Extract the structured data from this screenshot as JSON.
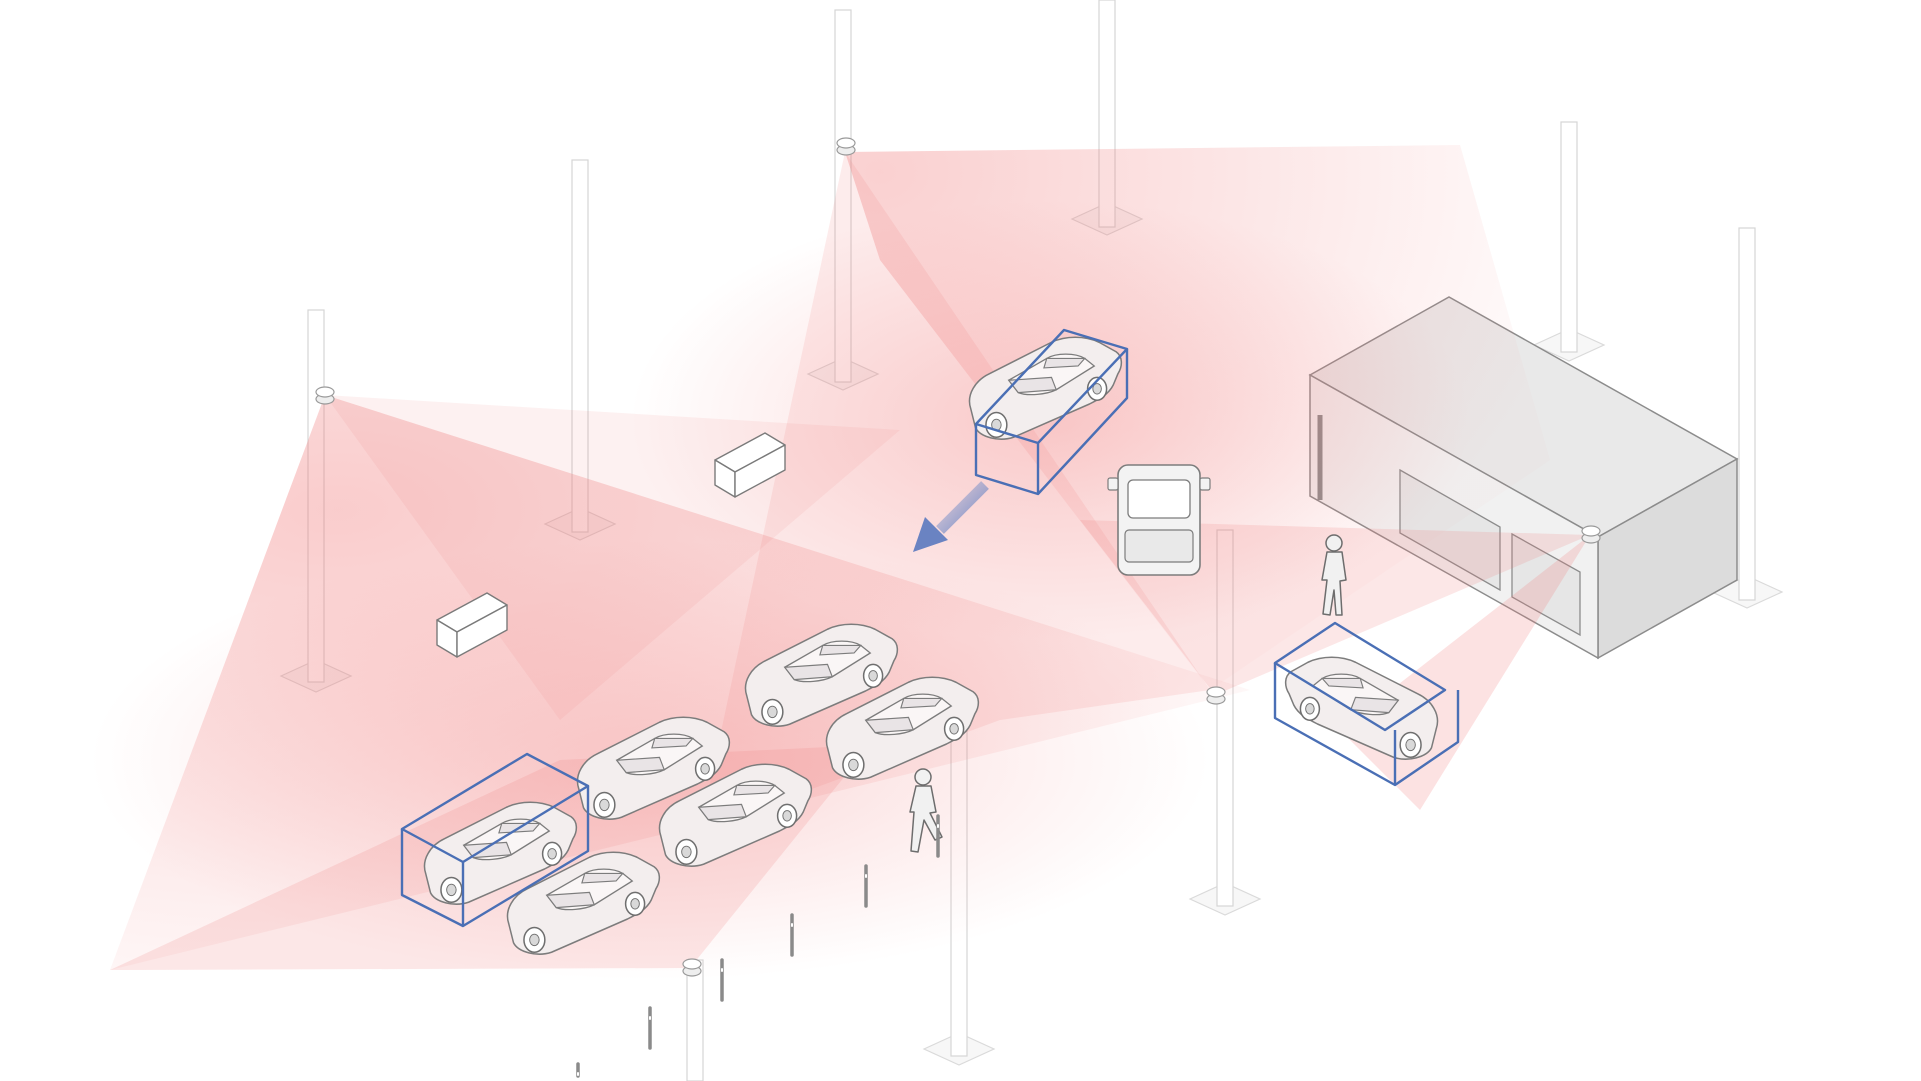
{
  "scene": {
    "description_type": "isometric parking lot lidar coverage illustration",
    "colors": {
      "background": "#ffffff",
      "coverage": "#f07a7a",
      "bounding_box": "#4a6fb5",
      "motion_arrow": "#7f96cc",
      "building_top": "#e9e9e9",
      "building_side": "#dcdcdc",
      "outline": "#7c7c7c"
    },
    "sensor_count": 5,
    "tracked_object_count": 3,
    "icons": [
      "lidar-sensor-icon",
      "car-icon",
      "pedestrian-icon",
      "motion-arrow-icon",
      "building-icon",
      "crate-icon",
      "bollard-icon",
      "light-pole-icon"
    ]
  }
}
